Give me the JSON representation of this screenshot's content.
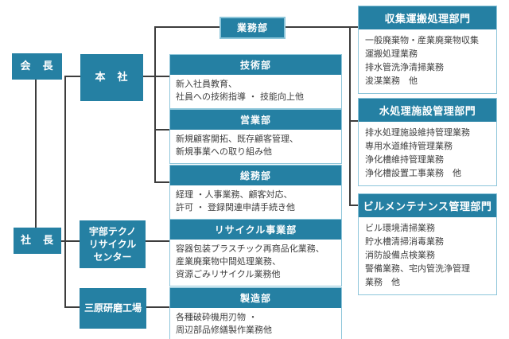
{
  "colors": {
    "teal": "#2580a3",
    "box_border_light": "#8ec6da",
    "connector_line": "#3d3d3d",
    "body_text": "#404040",
    "background": "#ffffff"
  },
  "org": {
    "chairman": "会　長",
    "president": "社　長",
    "head_office": "本　社",
    "ube_center": "宇部テクノ\nリサイクル\nセンター",
    "mihara_factory": "三原研磨工場",
    "departments": {
      "business": {
        "title": "業務部"
      },
      "technical": {
        "title": "技術部",
        "body": "新入社員教育、\n社員への技術指導 ・ 技能向上他"
      },
      "sales": {
        "title": "営業部",
        "body": "新規顧客開拓、既存顧客管理、\n新規事業への取り組み他"
      },
      "general_affairs": {
        "title": "総務部",
        "body": "経理 ・人事業務、顧客対応、\n許可 ・ 登録関連申請手続き他"
      },
      "recycling": {
        "title": "リサイクル事業部",
        "body": "容器包装プラスチック再商品化業務、\n産業廃棄物中間処理業務、\n資源ごみリサイクル業務他"
      },
      "manufacturing": {
        "title": "製造部",
        "body": "各種破砕機用刃物 ・\n周辺部品修繕製作業務他"
      }
    },
    "divisions": {
      "collection": {
        "title": "収集運搬処理部門",
        "body": "一般廃棄物・産業廃棄物収集\n運搬処理業務\n排水管洗浄清掃業務\n浚渫業務　他"
      },
      "water": {
        "title": "水処理施設管理部門",
        "body": "排水処理施設維持管理業務\n専用水道維持管理業務\n浄化槽維持管理業務\n浄化槽設置工事業務　他"
      },
      "building": {
        "title": "ビルメンテナンス管理部門",
        "body": "ビル環境清掃業務\n貯水槽清掃消毒業務\n消防設備点検業務\n警備業務、宅内管洗浄管理\n業務　他"
      }
    }
  }
}
